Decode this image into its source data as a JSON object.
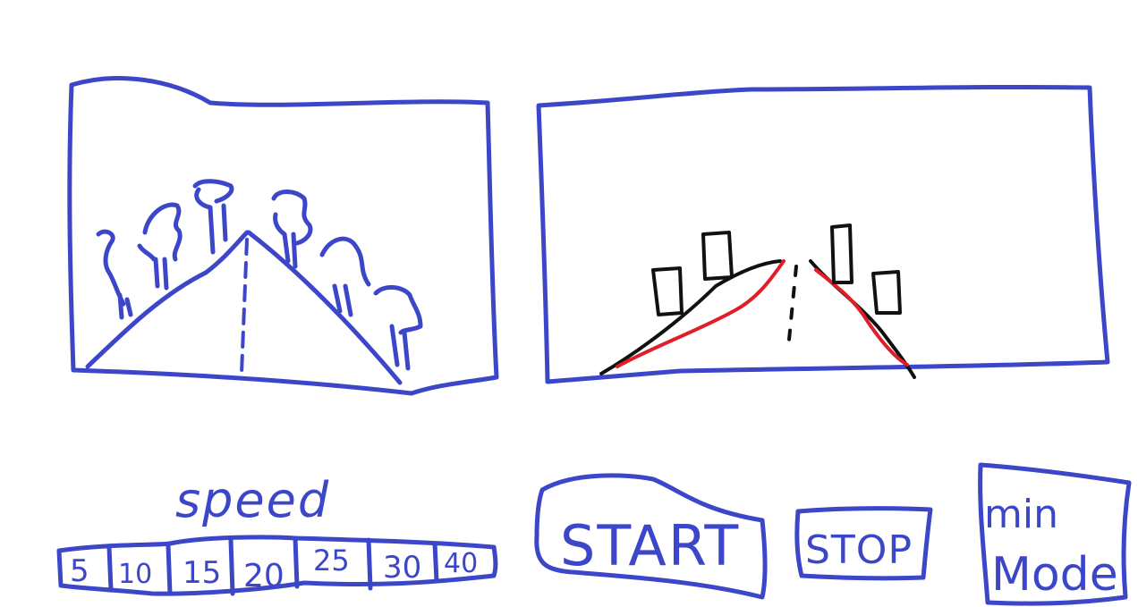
{
  "colors": {
    "ink": "#3c46c8",
    "black": "#111111",
    "red": "#e01e2a"
  },
  "speed": {
    "label": "speed",
    "options": [
      "5",
      "10",
      "15",
      "20",
      "25",
      "30",
      "40"
    ]
  },
  "controls": {
    "start_label": "START",
    "stop_label": "STOP",
    "mode_line1": "min",
    "mode_line2": "Mode"
  }
}
